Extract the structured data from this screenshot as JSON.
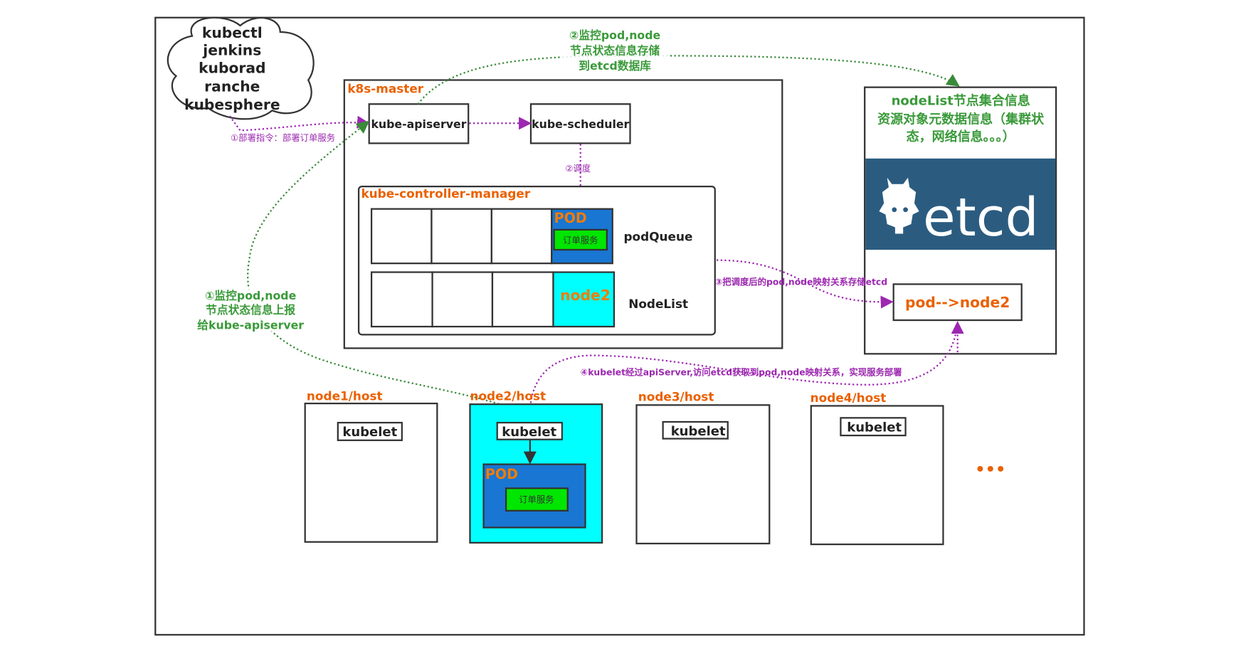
{
  "clients": [
    "kubectl",
    "jenkins",
    "kuborad",
    "ranche",
    "kubesphere"
  ],
  "master": {
    "label": "k8s-master",
    "apiserver": "kube-apiserver",
    "scheduler": "kube-scheduler",
    "controller_manager": "kube-controller-manager",
    "pod_queue": {
      "label": "podQueue",
      "pod_label": "POD",
      "service": "订单服务"
    },
    "node_list": {
      "label": "NodeList",
      "node": "node2"
    }
  },
  "annotations": {
    "deploy": "①部署指令：部署订单服务",
    "schedule": "②调度",
    "store_mapping": "③把调度后的pod,node映射关系存储etcd",
    "kubelet_fetch": "④kubelet经过apiServer,访问etcd获取到pod,node映射关系，实现服务部署",
    "monitor_store": [
      "②监控pod,node",
      "节点状态信息存储",
      "到etcd数据库"
    ],
    "monitor_report": [
      "①监控pod,node",
      "节点状态信息上报",
      "给kube-apiserver"
    ]
  },
  "etcd": {
    "title": [
      "nodeList节点集合信息",
      "资源对象元数据信息（集群状",
      "态，网络信息。。。）"
    ],
    "logo_text": "etcd",
    "mapping": "pod-->node2"
  },
  "nodes": [
    {
      "label": "node1/host",
      "kubelet": "kubelet"
    },
    {
      "label": "node2/host",
      "kubelet": "kubelet",
      "pod_label": "POD",
      "service": "订单服务"
    },
    {
      "label": "node3/host",
      "kubelet": "kubelet"
    },
    {
      "label": "node4/host",
      "kubelet": "kubelet"
    }
  ],
  "more": "•••",
  "colors": {
    "accent_orange": "#EA6100",
    "green": "#3A9A3A",
    "purple": "#9C27B0",
    "pod_blue": "#1976D2",
    "cyan": "#00FFFF",
    "service_green": "#00E600",
    "etcd_blue": "#2B5C80"
  }
}
